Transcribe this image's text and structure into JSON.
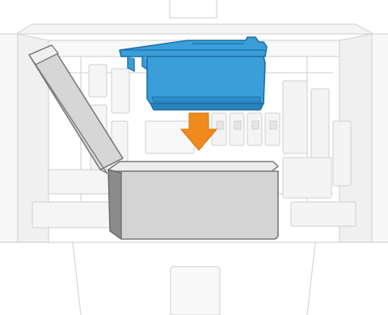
{
  "illustration": {
    "subject": "printhead-cleaning-container-installation",
    "components": {
      "printer_body": {
        "icon": "printer-carriage-outline"
      },
      "cartridge": {
        "icon": "blue-printhead-cartridge",
        "color": "#3a9fd8"
      },
      "container": {
        "icon": "grey-open-box",
        "color": "#d4d4d4"
      },
      "arrow": {
        "icon": "down-arrow-icon",
        "color": "#f08a1c"
      }
    },
    "palette": {
      "outline": "#cfcfcf",
      "surface": "#f6f6f6",
      "blue_dark": "#1c6fa8",
      "blue": "#3a9fd8",
      "grey_dark": "#8c8c8c",
      "grey": "#d4d4d4",
      "orange": "#f08a1c"
    }
  }
}
